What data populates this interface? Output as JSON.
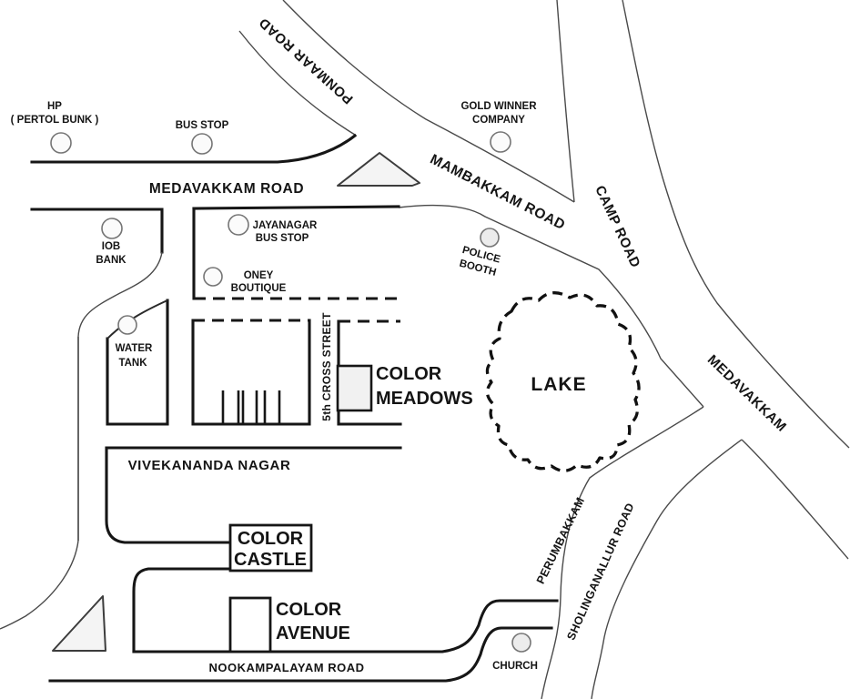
{
  "map": {
    "roads": {
      "ponmaar": "PONMAAR ROAD",
      "mambakkam": "MAMBAKKAM ROAD",
      "camp": "CAMP ROAD",
      "medavakkam_road": "MEDAVAKKAM ROAD",
      "medavakkam": "MEDAVAKKAM",
      "fifth_cross": "5th CROSS STREET",
      "vivekananda": "VIVEKANANDA NAGAR",
      "nookampalayam": "NOOKAMPALAYAM ROAD",
      "perumbakkam": "PERUMBAKKAM",
      "sholinganallur": "SHOLINGANALLUR ROAD"
    },
    "landmarks": {
      "hp": {
        "line1": "HP",
        "line2": "( PERTOL BUNK )"
      },
      "bus_stop": "BUS STOP",
      "gold_winner": {
        "line1": "GOLD WINNER",
        "line2": "COMPANY"
      },
      "jayanagar": {
        "line1": "JAYANAGAR",
        "line2": "BUS STOP"
      },
      "oney": {
        "line1": "ONEY",
        "line2": "BOUTIQUE"
      },
      "police": {
        "line1": "POLICE",
        "line2": "BOOTH"
      },
      "iob": {
        "line1": "IOB",
        "line2": "BANK"
      },
      "water_tank": {
        "line1": "WATER",
        "line2": "TANK"
      },
      "church": "CHURCH",
      "lake": "LAKE"
    },
    "places": {
      "meadows": {
        "line1": "COLOR",
        "line2": "MEADOWS"
      },
      "castle": {
        "line1": "COLOR",
        "line2": "CASTLE"
      },
      "avenue": {
        "line1": "COLOR",
        "line2": "AVENUE"
      }
    },
    "colors": {
      "ink": "#141414",
      "road_edge": "#4a4a4a",
      "marker_fill": "#fbfbfb",
      "island_fill": "#f4f4f4",
      "background": "#ffffff"
    }
  }
}
